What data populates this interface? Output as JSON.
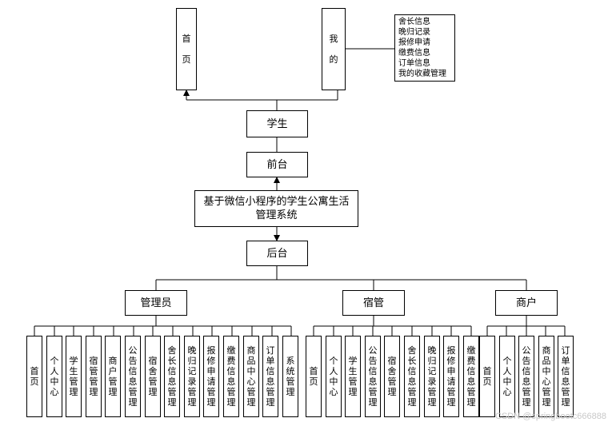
{
  "student_branch": {
    "home_label": "首页",
    "mine_label": "我的",
    "mine_items": [
      "舍长信息",
      "晚归记录",
      "报修申请",
      "缴费信息",
      "订单信息",
      "我的收藏管理"
    ]
  },
  "nodes": {
    "student": "学生",
    "frontend": "前台",
    "system": "基于微信小程序的学生公寓生活管理系统",
    "backend": "后台"
  },
  "roles": [
    {
      "name": "管理员",
      "modules": [
        "首页",
        "个人中心",
        "学生管理",
        "宿管管理",
        "商户管理",
        "公告信息管理",
        "宿舍管理",
        "舍长信息管理",
        "晚归记录管理",
        "报修申请管理",
        "缴费信息管理",
        "商品中心管理",
        "订单信息管理",
        "系统管理"
      ]
    },
    {
      "name": "宿管",
      "modules": [
        "首页",
        "个人中心",
        "学生管理",
        "公告信息管理",
        "宿舍管理",
        "舍长信息管理",
        "晚归记录管理",
        "报修申请管理",
        "缴费信息管理"
      ]
    },
    {
      "name": "商户",
      "modules": [
        "首页",
        "个人中心",
        "公告信息管理",
        "商品中心管理",
        "订单信息管理"
      ]
    }
  ],
  "watermark": "CSDN @springbootc666888"
}
